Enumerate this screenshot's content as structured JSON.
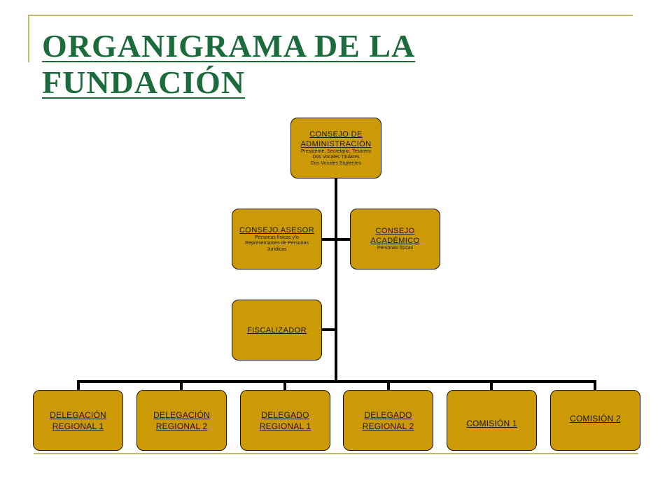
{
  "title": {
    "line1": "ORGANIGRAMA DE LA",
    "line2": "FUNDACIÓN"
  },
  "colors": {
    "title": "#1b6b3c",
    "box": "#cc9a06",
    "line": "#000000",
    "frame": "#c8b96a"
  },
  "nodes": {
    "consejo_admin": {
      "title_line1": "CONSEJO  DE",
      "title_line2": "ADMINISTRACIÓN",
      "detail1": "Presidente,  Secretario, Tesorero",
      "detail2": "Dos Vocales  Titulares",
      "detail3": "Dos Vocales  Suplentes"
    },
    "consejo_asesor": {
      "title": "CONSEJO  ASESOR",
      "detail1": "Personas  físicas y/o",
      "detail2": "Representantes   de Personas",
      "detail3": "Jurídicas"
    },
    "consejo_academico": {
      "title_line1": "CONSEJO",
      "title_line2": "ACADÉMICO",
      "detail1": "Personas  físicas"
    },
    "fiscalizador": {
      "title": "FISCALIZADOR"
    },
    "bottom": [
      {
        "line1": "DELEGACIÓN",
        "line2": "REGIONAL  1"
      },
      {
        "line1": "DELEGACIÓN",
        "line2": "REGIONAL  2"
      },
      {
        "line1": "DELEGADO",
        "line2": "REGIONAL  1"
      },
      {
        "line1": "DELEGADO",
        "line2": "REGIONAL  2"
      },
      {
        "line1": "COMISIÓN  1",
        "line2": ""
      },
      {
        "line1": "COMISIÓN  2",
        "line2": ""
      }
    ]
  }
}
